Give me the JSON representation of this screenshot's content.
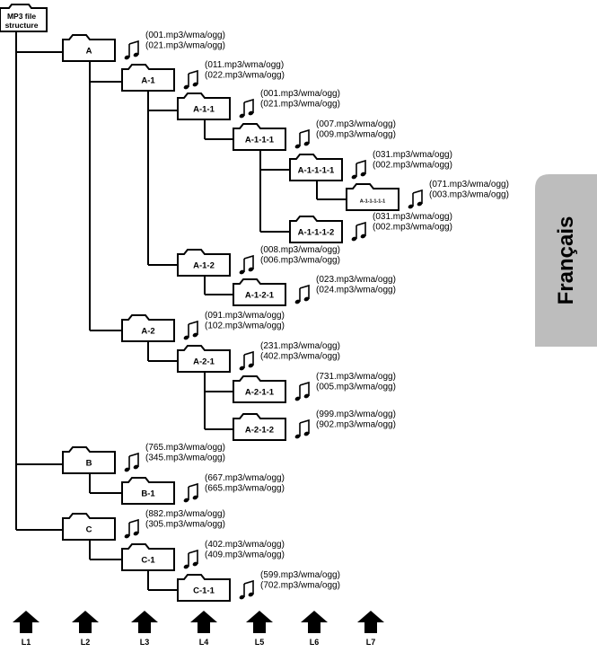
{
  "root": {
    "line1": "MP3 file",
    "line2": "structure"
  },
  "language_tab": "Français",
  "folders": [
    {
      "id": "A",
      "label": "A",
      "files": [
        "(001.mp3/wma/ogg)",
        "(021.mp3/wma/ogg)"
      ]
    },
    {
      "id": "A-1",
      "label": "A-1",
      "files": [
        "(011.mp3/wma/ogg)",
        "(022.mp3/wma/ogg)"
      ]
    },
    {
      "id": "A-1-1",
      "label": "A-1-1",
      "files": [
        "(001.mp3/wma/ogg)",
        "(021.mp3/wma/ogg)"
      ]
    },
    {
      "id": "A-1-1-1",
      "label": "A-1-1-1",
      "files": [
        "(007.mp3/wma/ogg)",
        "(009.mp3/wma/ogg)"
      ]
    },
    {
      "id": "A-1-1-1-1",
      "label": "A-1-1-1-1",
      "files": [
        "(031.mp3/wma/ogg)",
        "(002.mp3/wma/ogg)"
      ]
    },
    {
      "id": "A-1-1-1-1-1",
      "label": "A-1-1-1-1-1",
      "files": [
        "(071.mp3/wma/ogg)",
        "(003.mp3/wma/ogg)"
      ]
    },
    {
      "id": "A-1-1-1-2",
      "label": "A-1-1-1-2",
      "files": [
        "(031.mp3/wma/ogg)",
        "(002.mp3/wma/ogg)"
      ]
    },
    {
      "id": "A-1-2",
      "label": "A-1-2",
      "files": [
        "(008.mp3/wma/ogg)",
        "(006.mp3/wma/ogg)"
      ]
    },
    {
      "id": "A-1-2-1",
      "label": "A-1-2-1",
      "files": [
        "(023.mp3/wma/ogg)",
        "(024.mp3/wma/ogg)"
      ]
    },
    {
      "id": "A-2",
      "label": "A-2",
      "files": [
        "(091.mp3/wma/ogg)",
        "(102.mp3/wma/ogg)"
      ]
    },
    {
      "id": "A-2-1",
      "label": "A-2-1",
      "files": [
        "(231.mp3/wma/ogg)",
        "(402.mp3/wma/ogg)"
      ]
    },
    {
      "id": "A-2-1-1",
      "label": "A-2-1-1",
      "files": [
        "(731.mp3/wma/ogg)",
        "(005.mp3/wma/ogg)"
      ]
    },
    {
      "id": "A-2-1-2",
      "label": "A-2-1-2",
      "files": [
        "(999.mp3/wma/ogg)",
        "(902.mp3/wma/ogg)"
      ]
    },
    {
      "id": "B",
      "label": "B",
      "files": [
        "(765.mp3/wma/ogg)",
        "(345.mp3/wma/ogg)"
      ]
    },
    {
      "id": "B-1",
      "label": "B-1",
      "files": [
        "(667.mp3/wma/ogg)",
        "(665.mp3/wma/ogg)"
      ]
    },
    {
      "id": "C",
      "label": "C",
      "files": [
        "(882.mp3/wma/ogg)",
        "(305.mp3/wma/ogg)"
      ]
    },
    {
      "id": "C-1",
      "label": "C-1",
      "files": [
        "(402.mp3/wma/ogg)",
        "(409.mp3/wma/ogg)"
      ]
    },
    {
      "id": "C-1-1",
      "label": "C-1-1",
      "files": [
        "(599.mp3/wma/ogg)",
        "(702.mp3/wma/ogg)"
      ]
    }
  ],
  "levels": [
    "L1",
    "L2",
    "L3",
    "L4",
    "L5",
    "L6",
    "L7"
  ],
  "colors": {
    "line": "#000000",
    "tab_bg": "#bdbdbd",
    "tab_text": "#000000"
  }
}
